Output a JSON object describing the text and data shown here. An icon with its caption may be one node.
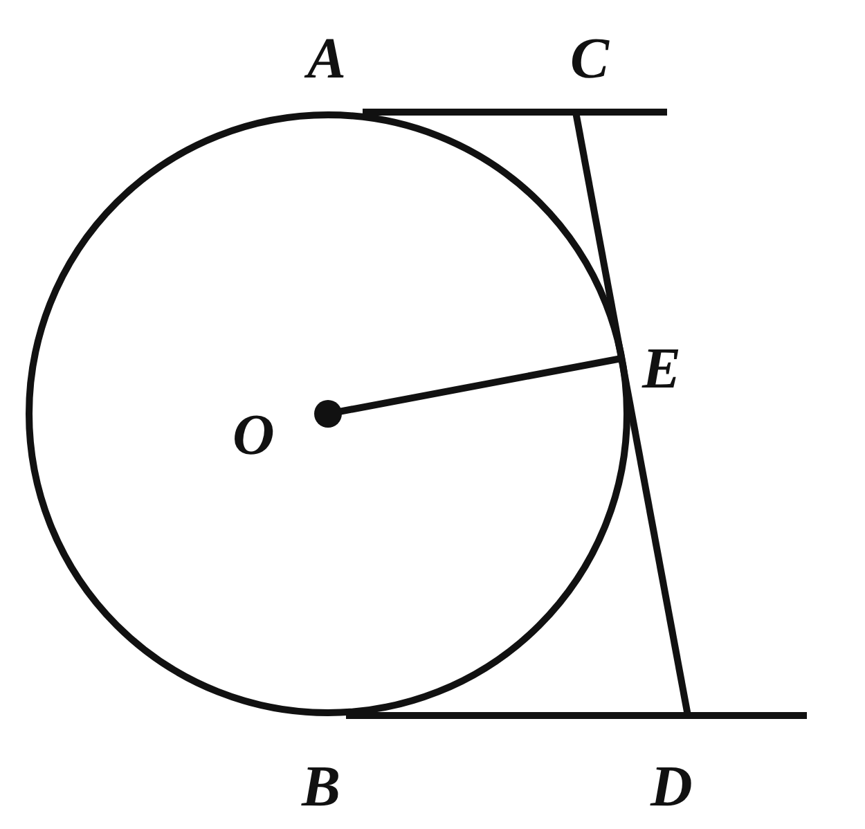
{
  "diagram": {
    "labels": [
      "A",
      "C",
      "E",
      "O",
      "B",
      "D"
    ]
  }
}
